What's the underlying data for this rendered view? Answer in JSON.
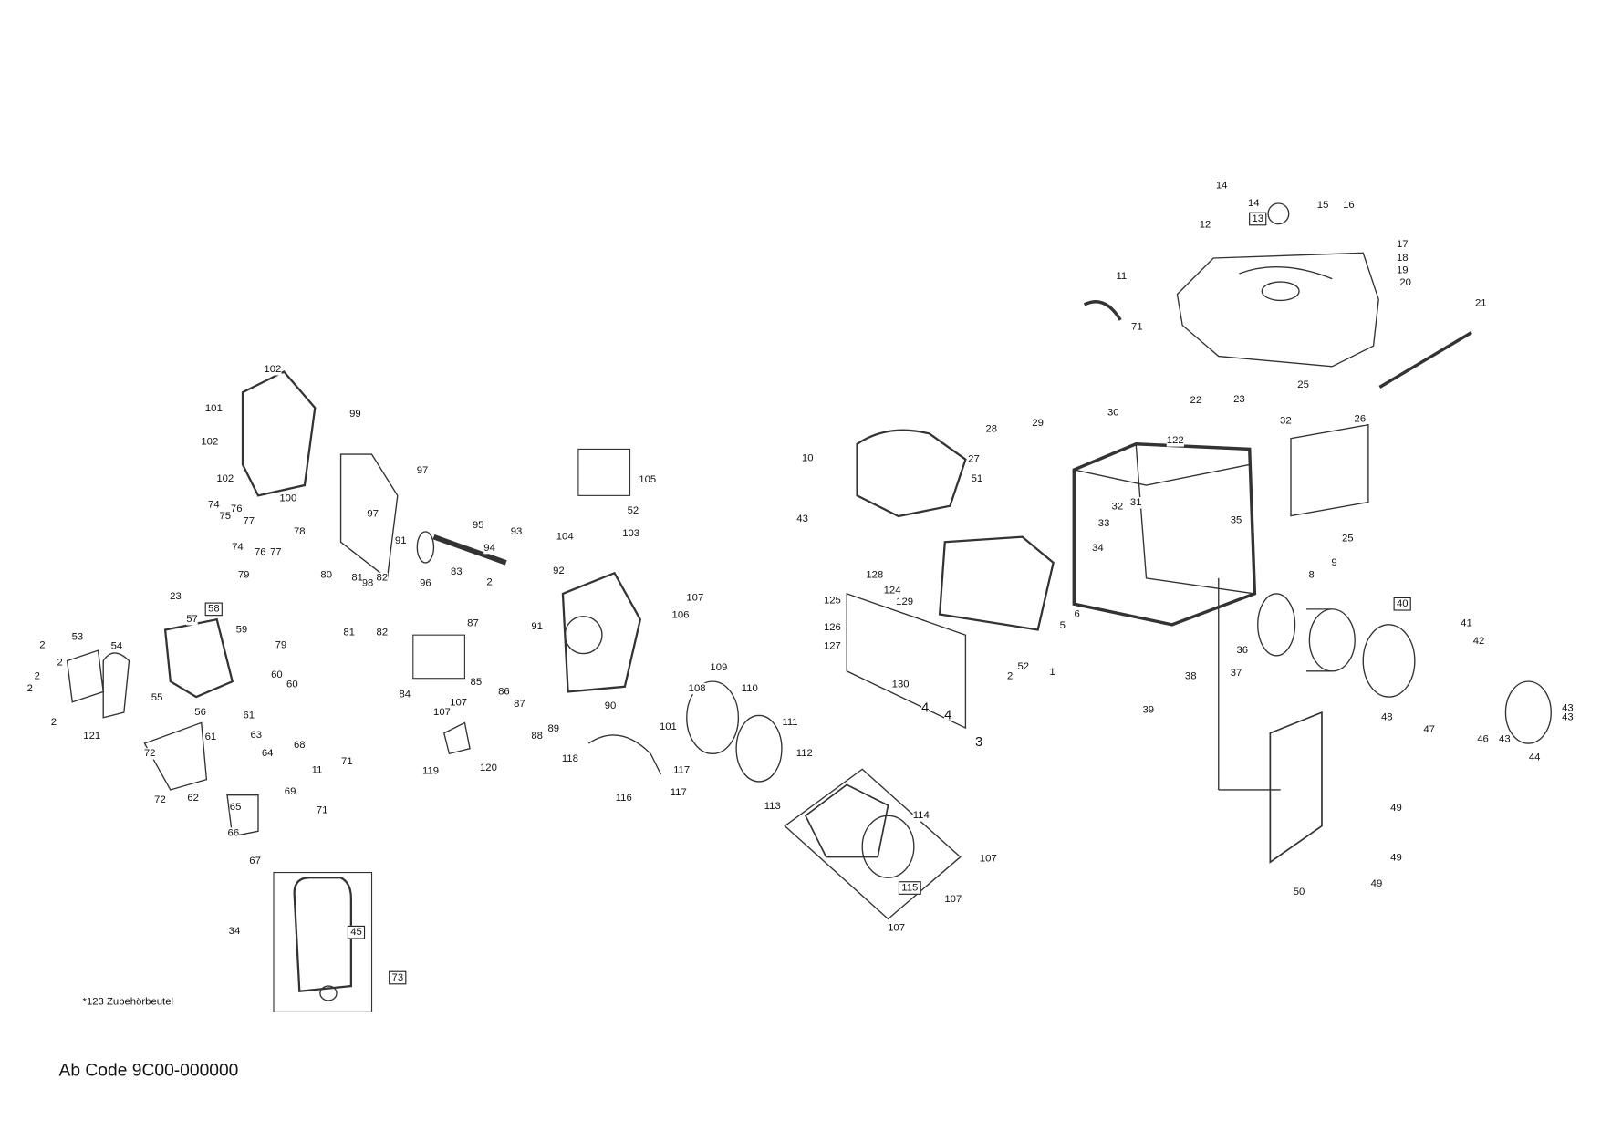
{
  "diagram": {
    "callouts": [
      "14",
      "14",
      "13",
      "15",
      "16",
      "12",
      "17",
      "18",
      "19",
      "20",
      "11",
      "71",
      "21",
      "22",
      "23",
      "25",
      "26",
      "32",
      "25",
      "9",
      "30",
      "122",
      "29",
      "28",
      "10",
      "43",
      "27",
      "51",
      "31",
      "32",
      "33",
      "34",
      "35",
      "8",
      "6",
      "5",
      "1",
      "52",
      "2",
      "128",
      "124",
      "129",
      "125",
      "126",
      "127",
      "130",
      "4",
      "4",
      "3",
      "36",
      "37",
      "38",
      "39",
      "40",
      "41",
      "42",
      "48",
      "47",
      "46",
      "43",
      "44",
      "43",
      "43",
      "49",
      "49",
      "49",
      "50",
      "114",
      "107",
      "115",
      "107",
      "107",
      "113",
      "112",
      "111",
      "110",
      "109",
      "108",
      "107",
      "106",
      "101",
      "117",
      "117",
      "116",
      "118",
      "120",
      "119",
      "107",
      "107",
      "90",
      "89",
      "88",
      "87",
      "86",
      "87",
      "85",
      "84",
      "83",
      "2",
      "93",
      "92",
      "91",
      "94",
      "95",
      "96",
      "97",
      "97",
      "91",
      "98",
      "105",
      "52",
      "104",
      "103",
      "102",
      "101",
      "99",
      "102",
      "102",
      "100",
      "74",
      "75",
      "76",
      "77",
      "78",
      "74",
      "76",
      "77",
      "79",
      "80",
      "81",
      "82",
      "81",
      "82",
      "79",
      "23",
      "58",
      "57",
      "59",
      "60",
      "60",
      "53",
      "54",
      "2",
      "2",
      "2",
      "2",
      "2",
      "55",
      "56",
      "61",
      "61",
      "121",
      "72",
      "72",
      "62",
      "63",
      "64",
      "68",
      "69",
      "11",
      "71",
      "71",
      "65",
      "66",
      "67",
      "34",
      "45",
      "73"
    ],
    "accessory_note": "*123  Zubehörbeutel",
    "code_note": "Ab Code 9C00-000000"
  }
}
